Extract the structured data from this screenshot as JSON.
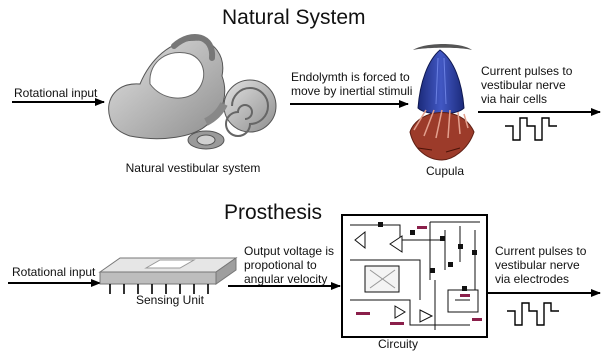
{
  "natural": {
    "title": "Natural System",
    "input_label": "Rotational input",
    "organ_caption": "Natural vestibular system",
    "mechanism_lines": [
      "Endolymth is forced to",
      "move by inertial stimuli"
    ],
    "cupula_caption": "Cupula",
    "output_lines": [
      "Current pulses to",
      "vestibular nerve",
      "via hair cells"
    ]
  },
  "prosthesis": {
    "title": "Prosthesis",
    "input_label": "Rotational input",
    "sensor_caption": "Sensing Unit",
    "mechanism_lines": [
      "Output voltage is",
      "propotional to",
      "angular velocity"
    ],
    "circuit_caption": "Circuity",
    "output_lines": [
      "Current pulses to",
      "vestibular nerve",
      "via electrodes"
    ]
  },
  "colors": {
    "ear": "#b9b9b9",
    "cupula_blue": "#2a3d9e",
    "cupula_red": "#9c3b2a",
    "sensor_top": "#dcdcdc",
    "circuit_accent": "#8a1f4a"
  }
}
